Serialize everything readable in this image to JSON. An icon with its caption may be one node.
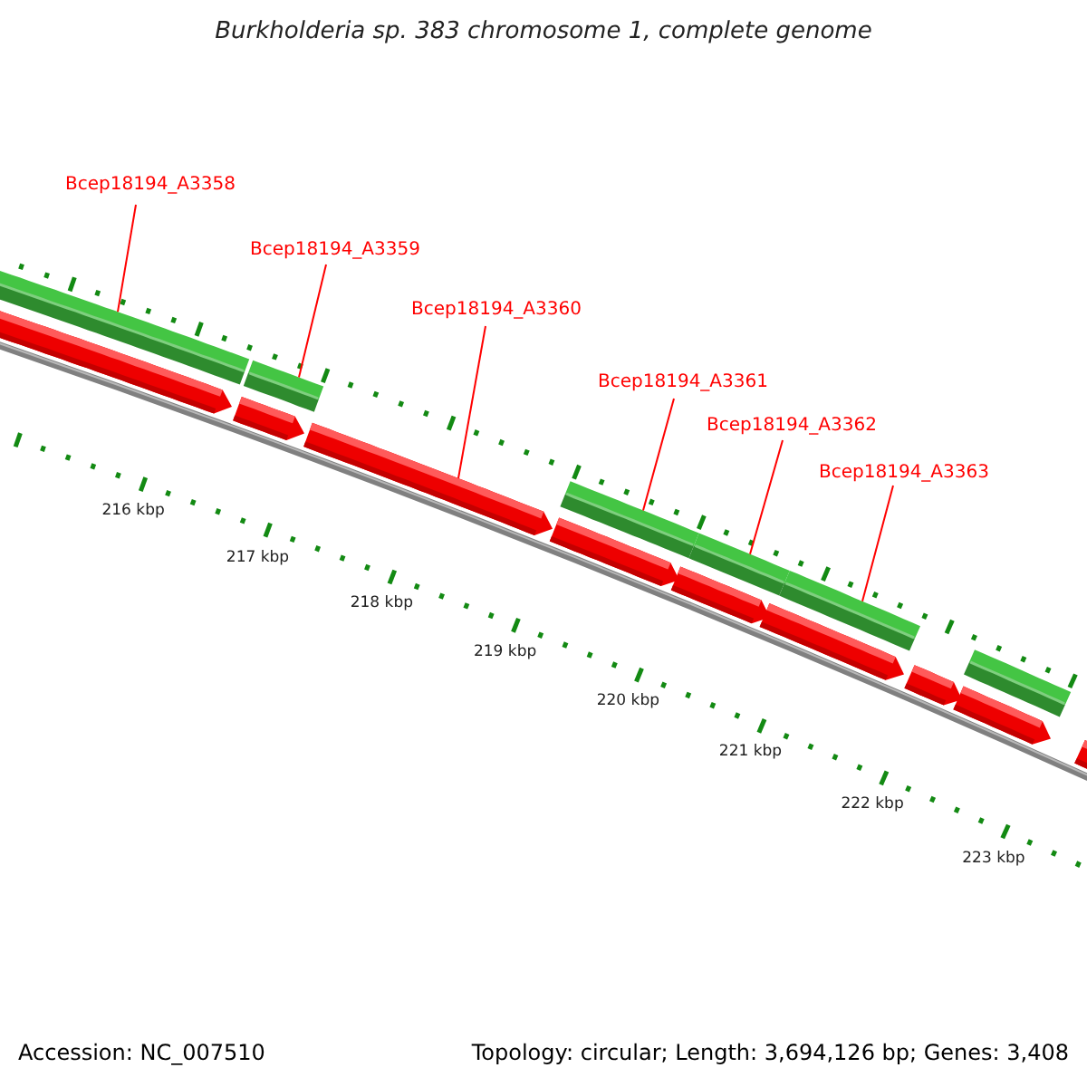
{
  "diagram": {
    "title": "Burkholderia sp. 383 chromosome 1, complete genome",
    "nodes": [
      {
        "text": [
          "Bcep18194_A3358"
        ]
      },
      {
        "text": [
          "Bcep18194_A3359"
        ]
      },
      {
        "text": [
          "Bcep18194_A3360"
        ]
      },
      {
        "text": [
          "Bcep18194_A3361"
        ]
      },
      {
        "text": [
          "Bcep18194_A3362"
        ]
      },
      {
        "text": [
          "Bcep18194_A3363"
        ]
      },
      {
        "text": [],
        "shape": "bar"
      },
      {
        "text": [],
        "shape": "arrow"
      },
      {
        "text": [],
        "shape": "arrow"
      },
      {
        "text": [],
        "shape": "bar"
      },
      {
        "text": [],
        "shape": "arrow"
      },
      {
        "text": [],
        "shape": "arrow"
      },
      {
        "text": [],
        "shape": "bar"
      },
      {
        "text": [],
        "shape": "arrow"
      },
      {
        "text": [],
        "shape": "bar"
      },
      {
        "text": [],
        "shape": "arrow"
      },
      {
        "text": [],
        "shape": "bar"
      },
      {
        "text": [],
        "shape": "arrow"
      },
      {
        "text": [],
        "shape": "arrow"
      },
      {
        "text": [],
        "shape": "bar"
      },
      {
        "text": [],
        "shape": "arrow"
      }
    ],
    "edges": [
      {
        "from": 0,
        "to": 6,
        "arrow": "none"
      },
      {
        "from": 1,
        "to": 9,
        "arrow": "none"
      },
      {
        "from": 2,
        "to": 10,
        "arrow": "none"
      },
      {
        "from": 3,
        "to": 12,
        "arrow": "none"
      },
      {
        "from": 4,
        "to": 14,
        "arrow": "none"
      },
      {
        "from": 5,
        "to": 16,
        "arrow": "none"
      }
    ],
    "labels": [
      "216 kbp",
      "217 kbp",
      "218 kbp",
      "219 kbp",
      "220 kbp",
      "221 kbp",
      "222 kbp",
      "223 kbp",
      "Accession: NC_007510",
      "Topology: circular; Length: 3,694,126 bp; Genes: 3,408"
    ]
  }
}
